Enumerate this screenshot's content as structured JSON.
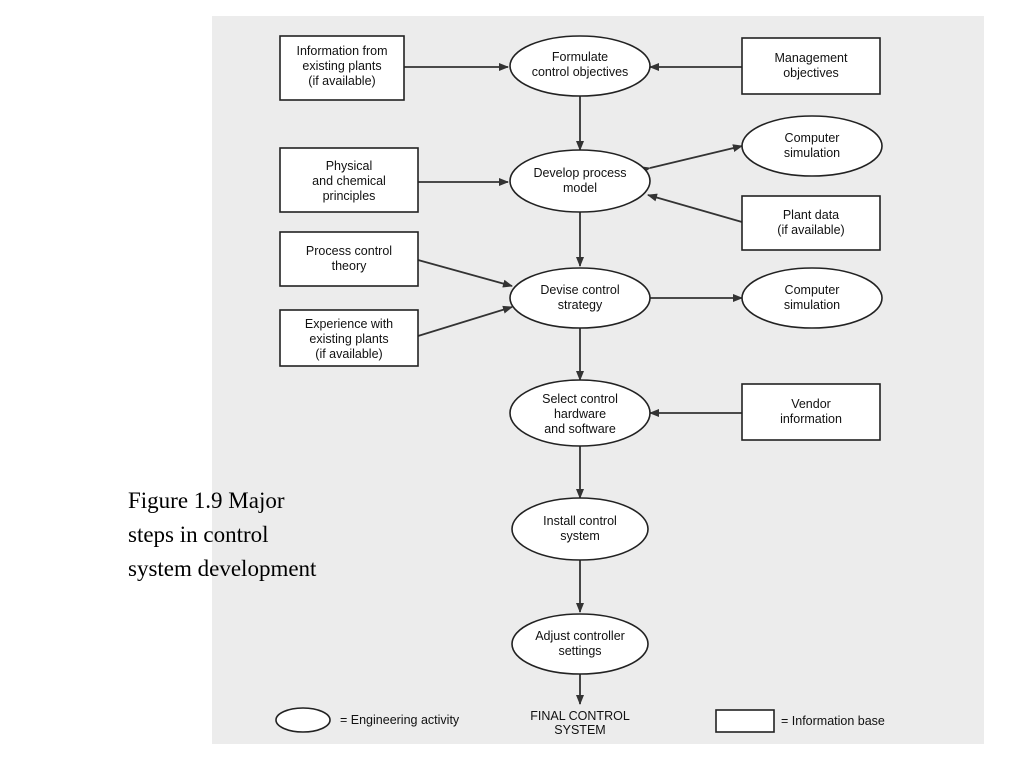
{
  "caption": {
    "lines": [
      "Figure 1.9 Major",
      "steps in control",
      "system development"
    ]
  },
  "nodes": {
    "info_existing_plants": [
      "Information from",
      "existing plants",
      "(if available)"
    ],
    "formulate_objectives": [
      "Formulate",
      "control objectives"
    ],
    "management_objectives": [
      "Management",
      "objectives"
    ],
    "computer_simulation_1": [
      "Computer",
      "simulation"
    ],
    "physical_chemical": [
      "Physical",
      "and chemical",
      "principles"
    ],
    "develop_model": [
      "Develop process",
      "model"
    ],
    "plant_data": [
      "Plant data",
      "(if available)"
    ],
    "process_control_theory": [
      "Process control",
      "theory"
    ],
    "devise_strategy": [
      "Devise control",
      "strategy"
    ],
    "computer_simulation_2": [
      "Computer",
      "simulation"
    ],
    "experience_existing": [
      "Experience with",
      "existing plants",
      "(if available)"
    ],
    "select_hardware": [
      "Select control",
      "hardware",
      "and software"
    ],
    "vendor_info": [
      "Vendor",
      "information"
    ],
    "install_system": [
      "Install control",
      "system"
    ],
    "adjust_settings": [
      "Adjust controller",
      "settings"
    ],
    "final_system": [
      "FINAL CONTROL",
      "SYSTEM"
    ]
  },
  "legend": {
    "engineering_activity": "= Engineering activity",
    "information_base": "= Information base"
  }
}
